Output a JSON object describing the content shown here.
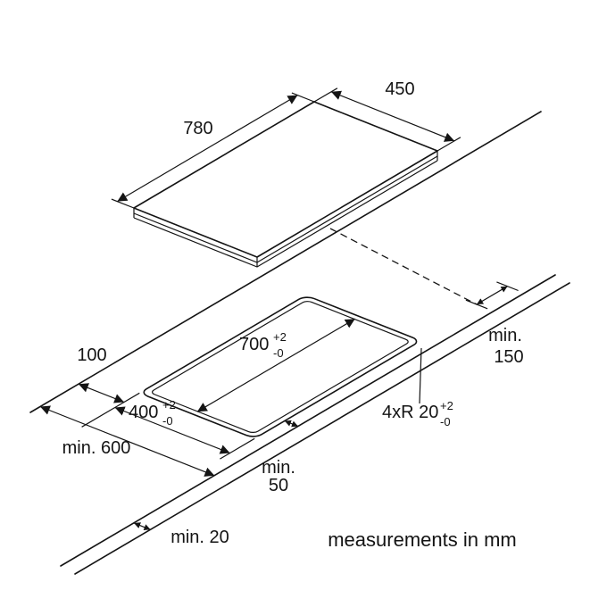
{
  "footer": "measurements in mm",
  "dims": {
    "hob_width": {
      "value": "780"
    },
    "hob_depth": {
      "value": "450"
    },
    "cutout_length": {
      "value": "700",
      "tol_plus": "+2",
      "tol_minus": "-0"
    },
    "cutout_width": {
      "value": "400",
      "tol_plus": "+2",
      "tol_minus": "-0"
    },
    "rear_distance": {
      "value": "100"
    },
    "side_distance": {
      "word": "min.",
      "value": "150"
    },
    "worktop_depth": {
      "value": "min. 600"
    },
    "front_distance": {
      "word": "min.",
      "value": "50"
    },
    "lower_gap": {
      "value": "min. 20"
    },
    "corner_radius": {
      "value": "4xR 20",
      "tol_plus": "+2",
      "tol_minus": "-0"
    }
  }
}
